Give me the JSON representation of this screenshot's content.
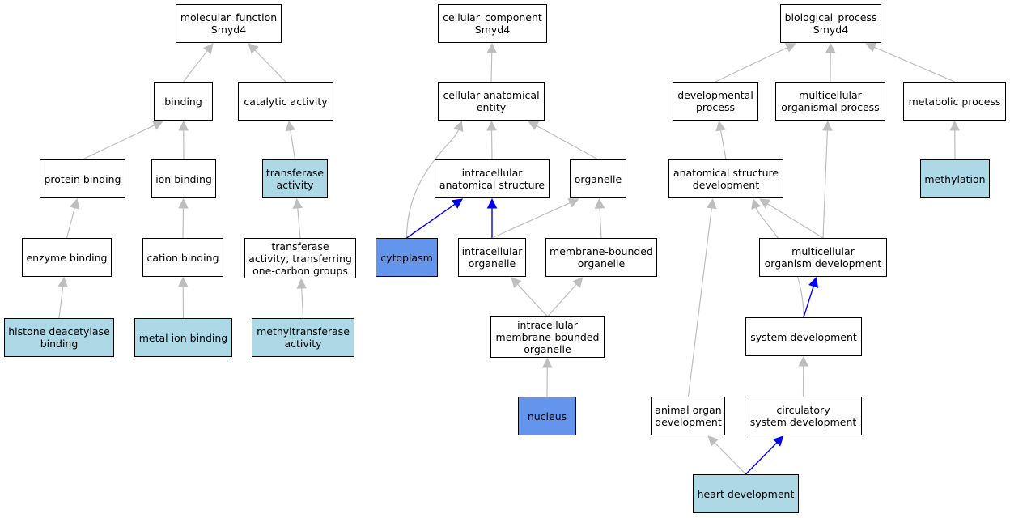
{
  "colors": {
    "plain": "#ffffff",
    "annotated": "#add8e6",
    "location": "#6495ed",
    "edge_default": "#bebebe",
    "edge_highlight": "#0000ee"
  },
  "nodes": {
    "mf_root": {
      "text": "molecular_function\nSmyd4",
      "kind": "plain"
    },
    "binding": {
      "text": "binding",
      "kind": "plain"
    },
    "catalytic": {
      "text": "catalytic activity",
      "kind": "plain"
    },
    "protein_binding": {
      "text": "protein binding",
      "kind": "plain"
    },
    "ion_binding": {
      "text": "ion binding",
      "kind": "plain"
    },
    "transferase": {
      "text": "transferase\nactivity",
      "kind": "annotated"
    },
    "enzyme_binding": {
      "text": "enzyme binding",
      "kind": "plain"
    },
    "cation_binding": {
      "text": "cation binding",
      "kind": "plain"
    },
    "transferase_c1": {
      "text": "transferase\nactivity, transferring\none-carbon groups",
      "kind": "plain"
    },
    "hdac_binding": {
      "text": "histone deacetylase\nbinding",
      "kind": "annotated"
    },
    "metal_ion": {
      "text": "metal ion binding",
      "kind": "annotated"
    },
    "methyltransferase": {
      "text": "methyltransferase\nactivity",
      "kind": "annotated"
    },
    "cc_root": {
      "text": "cellular_component\nSmyd4",
      "kind": "plain"
    },
    "cae": {
      "text": "cellular anatomical\nentity",
      "kind": "plain"
    },
    "ias": {
      "text": "intracellular\nanatomical structure",
      "kind": "plain"
    },
    "organelle": {
      "text": "organelle",
      "kind": "plain"
    },
    "cytoplasm": {
      "text": "cytoplasm",
      "kind": "location"
    },
    "io": {
      "text": "intracellular\norganelle",
      "kind": "plain"
    },
    "mbo": {
      "text": "membrane-bounded\norganelle",
      "kind": "plain"
    },
    "imbo": {
      "text": "intracellular\nmembrane-bounded\norganelle",
      "kind": "plain"
    },
    "nucleus": {
      "text": "nucleus",
      "kind": "location"
    },
    "bp_root": {
      "text": "biological_process\nSmyd4",
      "kind": "plain"
    },
    "dev_process": {
      "text": "developmental\nprocess",
      "kind": "plain"
    },
    "mop": {
      "text": "multicellular\norganismal process",
      "kind": "plain"
    },
    "metabolic": {
      "text": "metabolic process",
      "kind": "plain"
    },
    "asd": {
      "text": "anatomical structure\ndevelopment",
      "kind": "plain"
    },
    "methylation": {
      "text": "methylation",
      "kind": "annotated"
    },
    "mod": {
      "text": "multicellular\norganism development",
      "kind": "plain"
    },
    "sysdev": {
      "text": "system development",
      "kind": "plain"
    },
    "aod": {
      "text": "animal organ\ndevelopment",
      "kind": "plain"
    },
    "csd": {
      "text": "circulatory\nsystem development",
      "kind": "plain"
    },
    "heart": {
      "text": "heart development",
      "kind": "annotated"
    }
  },
  "edges": [
    {
      "from": "binding",
      "to": "mf_root",
      "highlight": false
    },
    {
      "from": "catalytic",
      "to": "mf_root",
      "highlight": false
    },
    {
      "from": "protein_binding",
      "to": "binding",
      "highlight": false
    },
    {
      "from": "ion_binding",
      "to": "binding",
      "highlight": false
    },
    {
      "from": "transferase",
      "to": "catalytic",
      "highlight": false
    },
    {
      "from": "enzyme_binding",
      "to": "protein_binding",
      "highlight": false
    },
    {
      "from": "cation_binding",
      "to": "ion_binding",
      "highlight": false
    },
    {
      "from": "transferase_c1",
      "to": "transferase",
      "highlight": false
    },
    {
      "from": "hdac_binding",
      "to": "enzyme_binding",
      "highlight": false
    },
    {
      "from": "metal_ion",
      "to": "cation_binding",
      "highlight": false
    },
    {
      "from": "methyltransferase",
      "to": "transferase_c1",
      "highlight": false
    },
    {
      "from": "cae",
      "to": "cc_root",
      "highlight": false
    },
    {
      "from": "ias",
      "to": "cae",
      "highlight": false
    },
    {
      "from": "organelle",
      "to": "cae",
      "highlight": false
    },
    {
      "from": "cytoplasm",
      "to": "cae",
      "highlight": false,
      "curve": true
    },
    {
      "from": "cytoplasm",
      "to": "ias",
      "highlight": true
    },
    {
      "from": "io",
      "to": "ias",
      "highlight": true
    },
    {
      "from": "io",
      "to": "organelle",
      "highlight": false
    },
    {
      "from": "mbo",
      "to": "organelle",
      "highlight": false
    },
    {
      "from": "imbo",
      "to": "io",
      "highlight": false
    },
    {
      "from": "imbo",
      "to": "mbo",
      "highlight": false
    },
    {
      "from": "nucleus",
      "to": "imbo",
      "highlight": false
    },
    {
      "from": "dev_process",
      "to": "bp_root",
      "highlight": false
    },
    {
      "from": "mop",
      "to": "bp_root",
      "highlight": false
    },
    {
      "from": "metabolic",
      "to": "bp_root",
      "highlight": false
    },
    {
      "from": "asd",
      "to": "dev_process",
      "highlight": false
    },
    {
      "from": "mod",
      "to": "mop",
      "highlight": false
    },
    {
      "from": "methylation",
      "to": "metabolic",
      "highlight": false
    },
    {
      "from": "mod",
      "to": "asd",
      "highlight": false
    },
    {
      "from": "sysdev",
      "to": "asd",
      "highlight": false,
      "curve": true
    },
    {
      "from": "aod",
      "to": "asd",
      "highlight": false
    },
    {
      "from": "sysdev",
      "to": "mod",
      "highlight": true
    },
    {
      "from": "csd",
      "to": "sysdev",
      "highlight": false
    },
    {
      "from": "heart",
      "to": "aod",
      "highlight": false
    },
    {
      "from": "heart",
      "to": "csd",
      "highlight": true
    }
  ]
}
